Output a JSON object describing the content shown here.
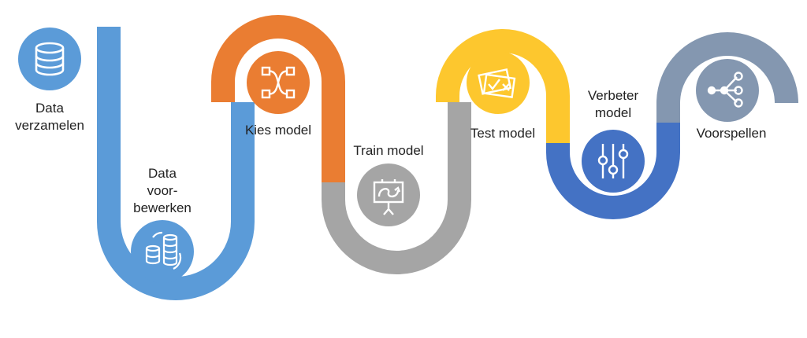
{
  "colors": {
    "blue_light": "#5b9bd8",
    "orange": "#ea7d32",
    "gray": "#a5a5a5",
    "yellow": "#fdc72e",
    "blue_dark": "#4472c4",
    "slate": "#8497b0",
    "icon_stroke": "#ffffff",
    "text": "#222222"
  },
  "steps": [
    {
      "id": "data-verzamelen",
      "lines": [
        "Data",
        "verzamelen"
      ],
      "icon": "database-icon",
      "color": "blue_light"
    },
    {
      "id": "data-voorbewerken",
      "lines": [
        "Data",
        "voor-",
        "bewerken"
      ],
      "icon": "data-cleaning-icon",
      "color": "blue_light"
    },
    {
      "id": "kies-model",
      "lines": [
        "Kies model"
      ],
      "icon": "flowchart-icon",
      "color": "orange"
    },
    {
      "id": "train-model",
      "lines": [
        "Train model"
      ],
      "icon": "presentation-board-icon",
      "color": "gray"
    },
    {
      "id": "test-model",
      "lines": [
        "Test model"
      ],
      "icon": "checklist-cards-icon",
      "color": "yellow"
    },
    {
      "id": "verbeter-model",
      "lines": [
        "Verbeter",
        "model"
      ],
      "icon": "sliders-icon",
      "color": "blue_dark"
    },
    {
      "id": "voorspellen",
      "lines": [
        "Voorspellen"
      ],
      "icon": "share-nodes-icon",
      "color": "slate"
    }
  ]
}
